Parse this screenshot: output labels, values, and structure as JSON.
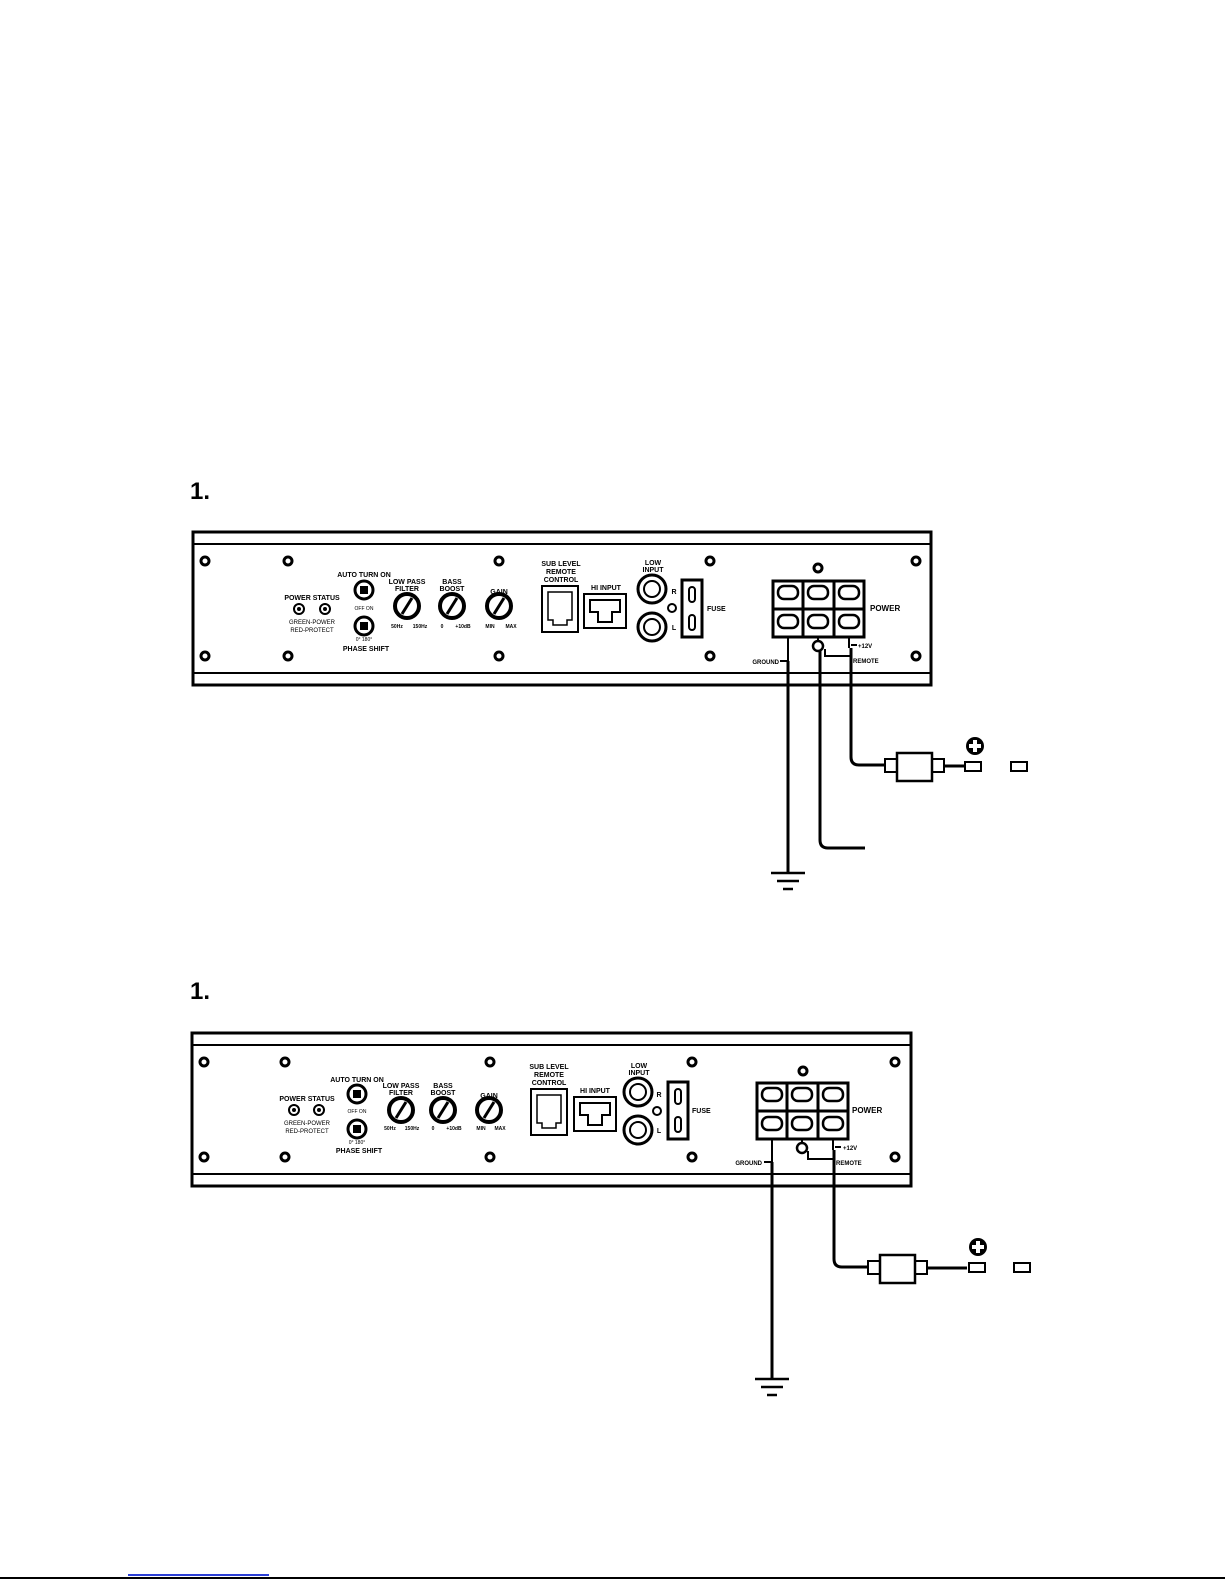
{
  "diagrams": [
    {
      "step": "1.",
      "has_remote_wire": true,
      "panel": {
        "power_status": "POWER STATUS",
        "green_power": "GREEN-POWER",
        "red_protect": "RED-PROTECT",
        "auto_turn_on": "AUTO TURN ON",
        "off_on": "OFF ON",
        "phase_shift": "PHASE SHIFT",
        "phase_values": "0° 180°",
        "low_pass_1": "LOW PASS",
        "low_pass_2": "FILTER",
        "lp_min": "50Hz",
        "lp_max": "150Hz",
        "bass_1": "BASS",
        "bass_2": "BOOST",
        "bass_min": "0",
        "bass_max": "+10dB",
        "gain": "GAIN",
        "gain_min": "MIN",
        "gain_max": "MAX",
        "sub_level_1": "SUB LEVEL",
        "sub_level_2": "REMOTE",
        "sub_level_3": "CONTROL",
        "hi_input": "HI INPUT",
        "low_input_1": "LOW",
        "low_input_2": "INPUT",
        "right": "R",
        "left": "L",
        "fuse": "FUSE",
        "power": "POWER",
        "plus12v": "+12V",
        "ground": "GROUND",
        "remote": "REMOTE"
      }
    },
    {
      "step": "1.",
      "has_remote_wire": false,
      "panel": {
        "power_status": "POWER STATUS",
        "green_power": "GREEN-POWER",
        "red_protect": "RED-PROTECT",
        "auto_turn_on": "AUTO TURN ON",
        "off_on": "OFF ON",
        "phase_shift": "PHASE SHIFT",
        "phase_values": "0° 180°",
        "low_pass_1": "LOW PASS",
        "low_pass_2": "FILTER",
        "lp_min": "50Hz",
        "lp_max": "150Hz",
        "bass_1": "BASS",
        "bass_2": "BOOST",
        "bass_min": "0",
        "bass_max": "+10dB",
        "gain": "GAIN",
        "gain_min": "MIN",
        "gain_max": "MAX",
        "sub_level_1": "SUB LEVEL",
        "sub_level_2": "REMOTE",
        "sub_level_3": "CONTROL",
        "hi_input": "HI INPUT",
        "low_input_1": "LOW",
        "low_input_2": "INPUT",
        "right": "R",
        "left": "L",
        "fuse": "FUSE",
        "power": "POWER",
        "plus12v": "+12V",
        "ground": "GROUND",
        "remote": "REMOTE"
      }
    }
  ],
  "colors": {
    "line": "#000000",
    "footer_link": "#2b3fd6"
  }
}
